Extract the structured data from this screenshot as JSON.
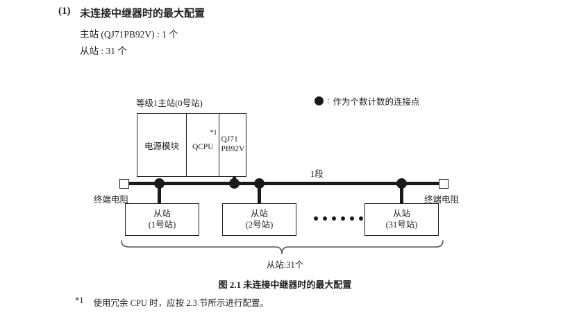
{
  "heading": {
    "number": "(1)",
    "title": "未连接中继器时的最大配置",
    "spec_master": "主站 (QJ71PB92V) : 1 个",
    "spec_slave": "从站 : 31 个"
  },
  "legend": {
    "marker_icon": "filled-circle-icon",
    "separator": ":",
    "text": "作为个数计数的连接点"
  },
  "diagram": {
    "master_station_label": "等级1主站(0号站)",
    "segment_label": "1段",
    "rack": {
      "power_module": "电源模块",
      "cpu_module": "QCPU",
      "cpu_footnote_marker": "*1",
      "network_module_line1": "QJ71",
      "network_module_line2": "PB92V"
    },
    "terminator_left": "终端电阻",
    "terminator_right": "终端电阻",
    "slaves": [
      {
        "name": "从站",
        "station": "(1号站)"
      },
      {
        "name": "从站",
        "station": "(2号站)"
      },
      {
        "name": "从站",
        "station": "(31号站)"
      }
    ],
    "ellipsis_dot_count": 6,
    "brace_label": "从站:31个"
  },
  "figure_caption": "图 2.1  未连接中继器时的最大配置",
  "footnote": {
    "marker": "*1",
    "text": "使用冗余 CPU 时，应按 2.3 节所示进行配置。"
  },
  "colors": {
    "ink": "#231f20",
    "line": "#1a1a1a",
    "page": "#ffffff"
  }
}
